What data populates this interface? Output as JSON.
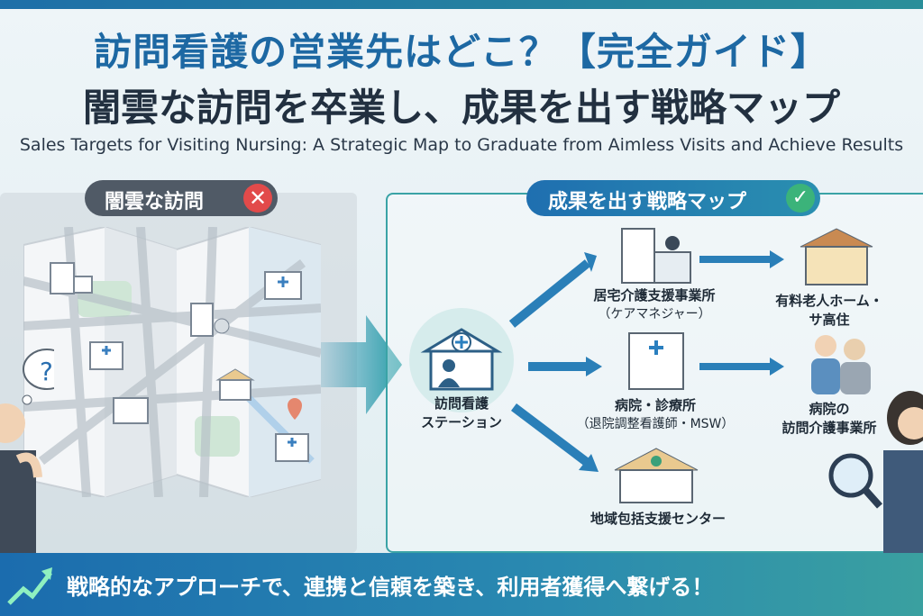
{
  "header": {
    "title_line1": "訪問看護の営業先はどこ？【完全ガイド】",
    "title_line2": "闇雲な訪問を卒業し、成果を出す戦略マップ",
    "subtitle_en": "Sales Targets for Visiting Nursing: A Strategic Map to Graduate from Aimless Visits and Achieve Results"
  },
  "left_panel": {
    "tag_label": "闇雲な訪問",
    "badge": "✕",
    "thought": "?"
  },
  "right_panel": {
    "tag_label": "成果を出す戦略マップ",
    "badge": "✓",
    "center_node": {
      "line1": "訪問看護",
      "line2": "ステーション"
    },
    "targets": [
      {
        "line1": "居宅介護支援事業所",
        "line2": "（ケアマネジャー）"
      },
      {
        "line1": "病院・診療所",
        "line2": "（退院調整看護師・MSW）"
      },
      {
        "line1": "地域包括支援センター",
        "line2": ""
      }
    ],
    "outcomes": [
      {
        "line1": "有料老人ホーム・",
        "line2": "サ高住"
      },
      {
        "line1": "病院の",
        "line2": "訪問介護事業所"
      }
    ]
  },
  "footer": {
    "message": "戦略的なアプローチで、連携と信頼を築き、利用者獲得へ繋げる！"
  },
  "colors": {
    "title_blue": "#1d68a3",
    "accent_teal": "#3aa3a6",
    "bad_red": "#e24a4a",
    "good_green": "#3bb37a"
  }
}
